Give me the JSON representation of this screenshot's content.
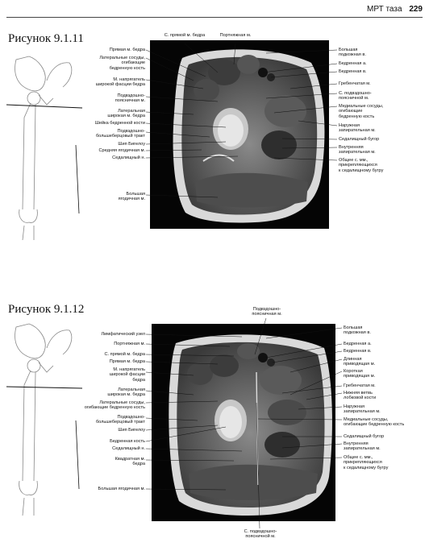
{
  "header": {
    "section": "МРТ таза",
    "page": "229"
  },
  "fig1": {
    "title": "Рисунок 9.1.11",
    "top": [
      "С. прямой м. бедра",
      "Портняжная м."
    ],
    "left": [
      "Прямая м. бедра",
      "Латеральные сосуды,\nогибающие\nбедренную кость",
      "М. напрягатель\nширокой фасции бедра",
      "Подвздошно-\nпоясничная м.",
      "Латеральная\nширокая м. бедра",
      "Шейка бедренной кости",
      "Подвздошно-\nбольшеберцовый тракт",
      "Шип Бигелоу",
      "Средняя ягодичная м.",
      "Седалищный н.",
      "Большая\nягодичная м."
    ],
    "right": [
      "Большая\nподкожная в.",
      "Бедренная а.",
      "Бедренная в.",
      "Гребенчатая м.",
      "С. подвздошно-\nпоясничной м.",
      "Медиальные сосуды,\nогибающие\nбедренную кость",
      "Наружная\nзапирательная м.",
      "Седалищный бугор",
      "Внутренняя\nзапирательная м.",
      "Общее с. мм.,\nприкрепляющихся\nк седалищному бугру"
    ]
  },
  "fig2": {
    "title": "Рисунок 9.1.12",
    "top": "Подвздошно-\nпоясничная м.",
    "bottom": "С. подвздошно-\nпоясничной м.",
    "left": [
      "Лимфатический узел",
      "Портняжная м.",
      "С. прямой м. бедра",
      "Прямая м. бедра",
      "М. напрягатель\nширокой фасции\nбедра",
      "Латеральная\nширокая м. бедра",
      "Латеральные сосуды,\nогибающие бедренную кость",
      "Подвздошно-\nбольшеберцовый тракт",
      "Шип Бигелоу",
      "Бедренная кость",
      "Седалищный н.",
      "Квадратная м.\nбедра",
      "Большая ягодичная м."
    ],
    "right": [
      "Большая\nподкожная в.",
      "Бедренная а.",
      "Бедренная в.",
      "Длинная\nприводящая м.",
      "Короткая\nприводящая м.",
      "Гребенчатая м.",
      "Нижняя ветвь\nлобковой кости",
      "Наружная\nзапирательная м.",
      "Медиальные сосуды,\nогибающие бедренную кость",
      "Седалищный бугор",
      "Внутренняя\nзапирательная м.",
      "Общее с. мм.,\nприкрепляющихся\nк седалищному бугру"
    ]
  }
}
